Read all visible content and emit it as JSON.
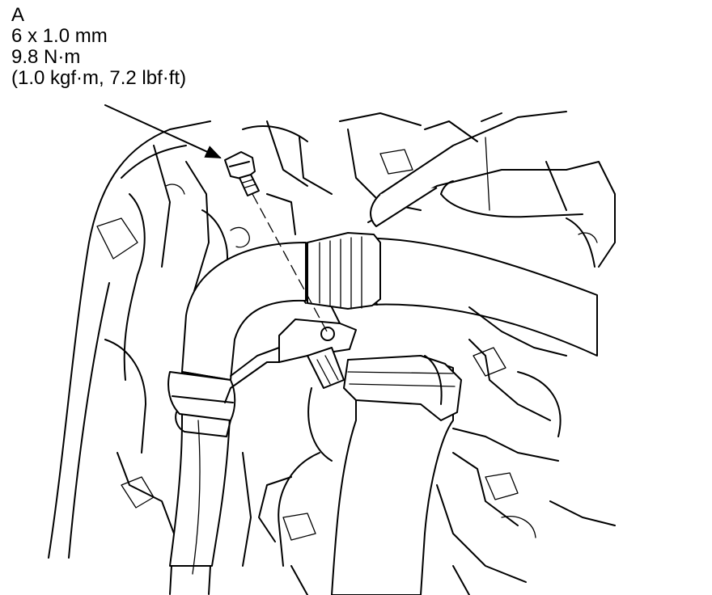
{
  "callout": {
    "letter": "A",
    "size": "6 x 1.0 mm",
    "torque_nm": "9.8 N·m",
    "torque_alt": "(1.0 kgf·m, 7.2 lbf·ft)"
  }
}
